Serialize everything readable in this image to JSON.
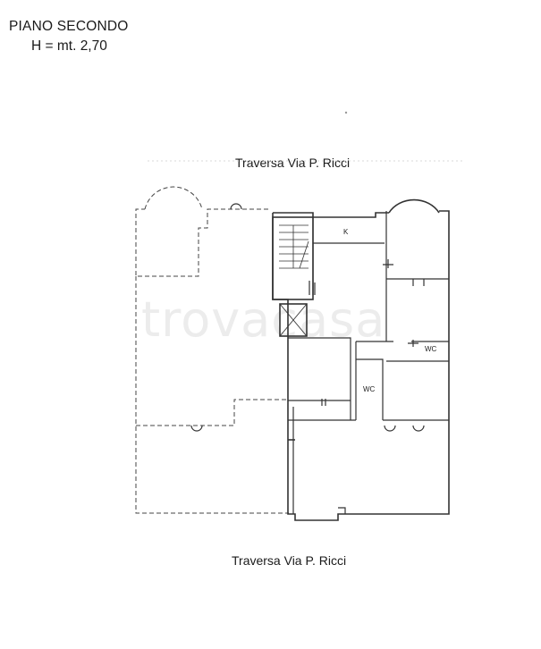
{
  "header": {
    "title": "PIANO SECONDO",
    "height": "H = mt. 2,70"
  },
  "streets": {
    "top": "Traversa Via P. Ricci",
    "bottom": "Traversa Via P. Ricci"
  },
  "rooms": {
    "kitchen": "K",
    "wc_1": "WC",
    "wc_2": "WC"
  },
  "watermark": "trovacasa"
}
